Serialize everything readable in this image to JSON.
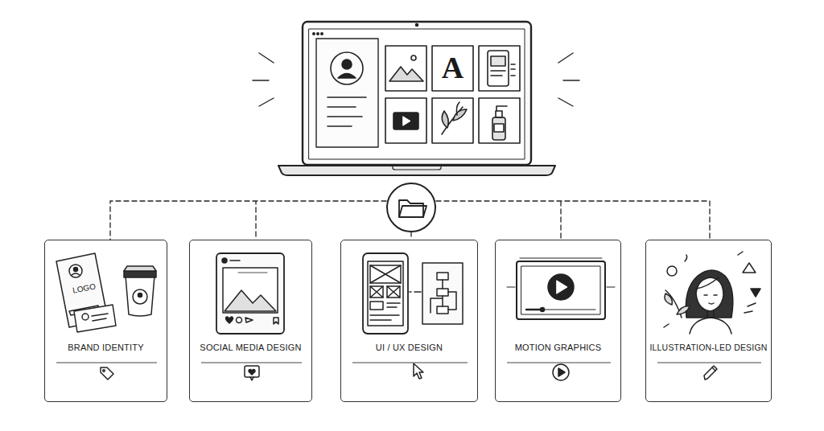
{
  "diagram": {
    "nodes": [
      {
        "text": [
          "BRAND IDENTITY"
        ]
      },
      {
        "text": [
          "SOCIAL MEDIA DESIGN"
        ]
      },
      {
        "text": [
          "UI / UX DESIGN"
        ]
      },
      {
        "text": [
          "MOTION GRAPHICS"
        ]
      },
      {
        "text": [
          "ILLUSTRATION-LED DESIGN"
        ]
      }
    ],
    "labels": [
      "LOGO",
      "A"
    ]
  }
}
